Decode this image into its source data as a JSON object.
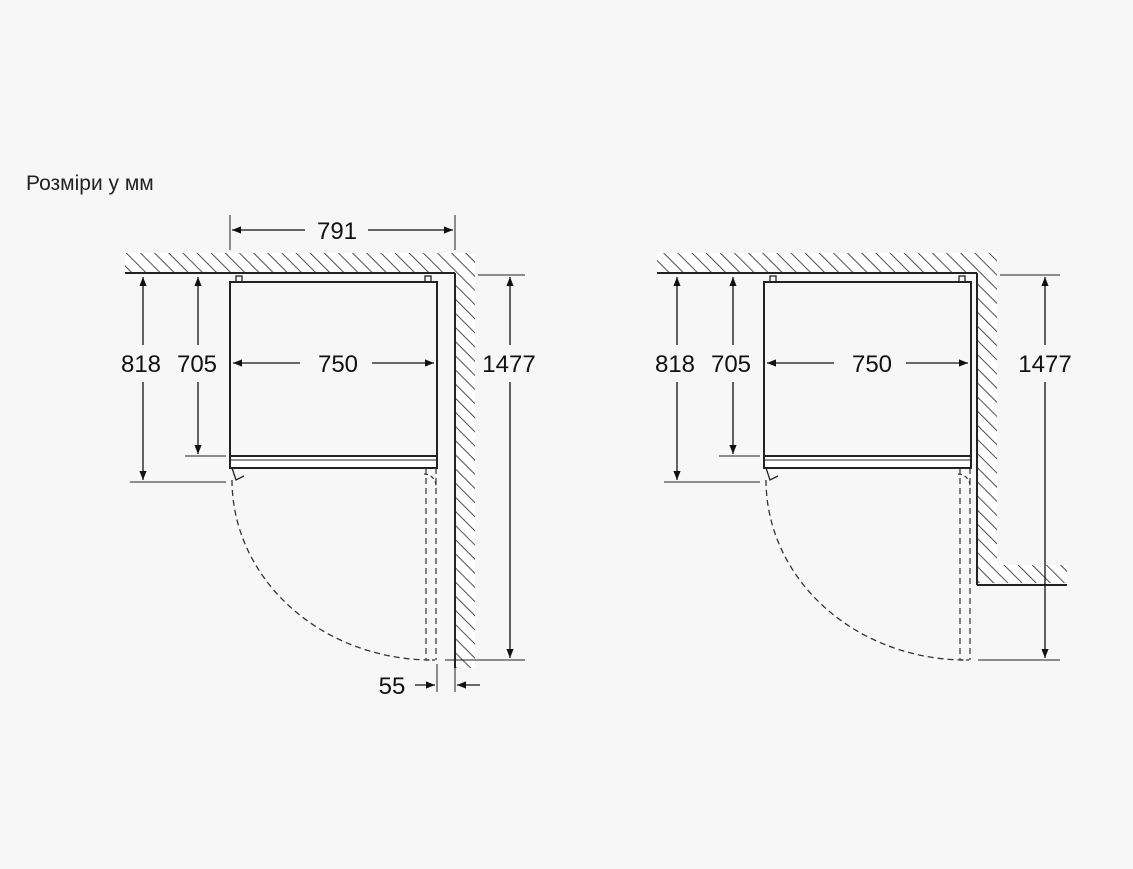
{
  "caption": "Розміри у мм",
  "left": {
    "top_width": "791",
    "depth_total": "818",
    "depth_body": "705",
    "inner_width": "750",
    "open_depth": "1477",
    "side_gap": "55"
  },
  "right": {
    "depth_total": "818",
    "depth_body": "705",
    "inner_width": "750",
    "open_depth": "1477"
  }
}
